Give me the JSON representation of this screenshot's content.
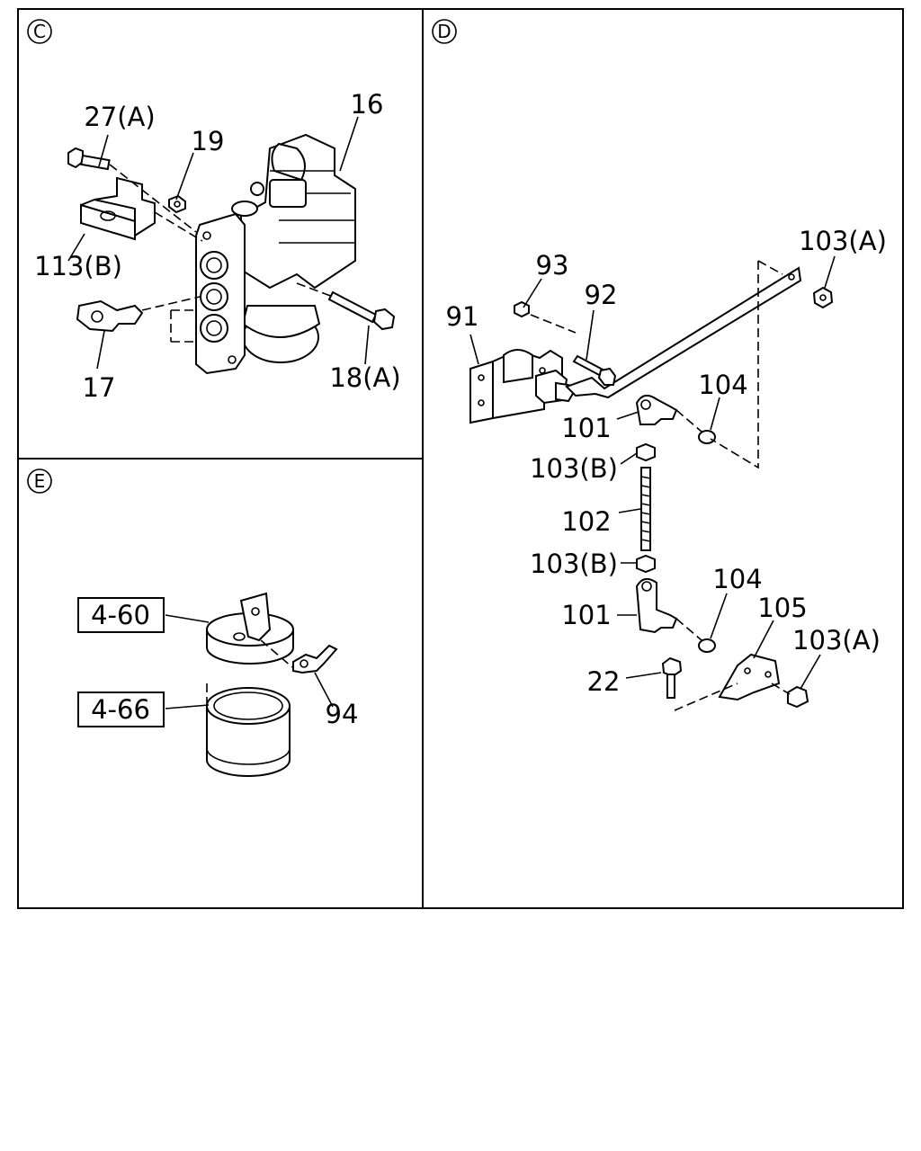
{
  "panels": {
    "c": {
      "id": "C"
    },
    "d": {
      "id": "D"
    },
    "e": {
      "id": "E"
    }
  },
  "callouts": {
    "c": {
      "p16": "16",
      "p27a": "27(A)",
      "p19": "19",
      "p113b": "113(B)",
      "p17": "17",
      "p18a": "18(A)"
    },
    "d": {
      "p93": "93",
      "p92": "92",
      "p91": "91",
      "p103a_top": "103(A)",
      "p104_top": "104",
      "p101_top": "101",
      "p103b_top": "103(B)",
      "p102": "102",
      "p103b_bottom": "103(B)",
      "p104_bottom": "104",
      "p105": "105",
      "p101_bottom": "101",
      "p103a_bottom": "103(A)",
      "p22": "22"
    },
    "e": {
      "ref460": "4-60",
      "ref466": "4-66",
      "p94": "94"
    }
  }
}
